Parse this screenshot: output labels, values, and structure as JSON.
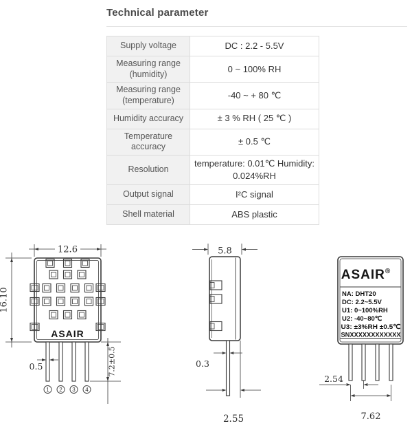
{
  "header": {
    "title": "Technical parameter"
  },
  "table": {
    "rows": [
      {
        "label": "Supply voltage",
        "value": "DC : 2.2 - 5.5V"
      },
      {
        "label": "Measuring range (humidity)",
        "value": "0 ~ 100% RH"
      },
      {
        "label": "Measuring range (temperature)",
        "value": "-40 ~ + 80 ℃"
      },
      {
        "label": "Humidity accuracy",
        "value": "± 3 % RH ( 25 ℃ )"
      },
      {
        "label": "Temperature accuracy",
        "value": "± 0.5 ℃"
      },
      {
        "label": "Resolution",
        "value": "temperature: 0.01℃ Humidity: 0.024%RH"
      },
      {
        "label": "Output signal",
        "value": "I²C signal"
      },
      {
        "label": "Shell material",
        "value": "ABS plastic"
      }
    ]
  },
  "drawings": {
    "front": {
      "width_dim": "12.6",
      "height_dim": "16.10",
      "pin_width_dim": "0.5",
      "pin_length_dim": "7.2±0.5",
      "brand": "ASAIR",
      "pin_numbers": [
        "1",
        "2",
        "3",
        "4"
      ]
    },
    "side": {
      "depth_dim": "5.8",
      "pin_thickness_dim": "0.3",
      "pin_back_offset_dim": "2.55"
    },
    "back": {
      "brand": "ASAIR",
      "registered": "®",
      "label_lines": [
        "NA: DHT20",
        "DC: 2.2~5.5V",
        "U1: 0~100%RH",
        "U2: -40~80℃",
        "U3: ±3%RH ±0.5℃",
        "SNXXXXXXXXXXXX"
      ],
      "pin_pitch_dim": "2.54",
      "pin_span_dim": "7.62"
    }
  },
  "colors": {
    "table_header_bg": "#f1f1f1",
    "table_border": "#dcdcdc",
    "drawing_line": "#3a3a3a",
    "title_text": "#4a4a4a"
  }
}
